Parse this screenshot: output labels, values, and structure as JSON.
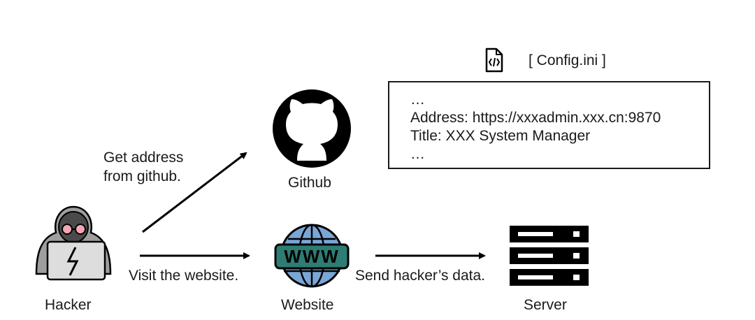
{
  "config": {
    "file_label": "[ Config.ini ]",
    "lines": [
      "…",
      "Address: https://xxxadmin.xxx.cn:9870",
      "Title: XXX System Manager",
      "…"
    ]
  },
  "nodes": {
    "hacker": "Hacker",
    "github": "Github",
    "website": "Website",
    "server": "Server"
  },
  "edges": {
    "get_address_line1": "Get address",
    "get_address_line2": "from github.",
    "visit": "Visit the website.",
    "send": "Send hacker’s data."
  },
  "icons": {
    "file": "code-file-icon",
    "hacker": "hacker-icon",
    "github": "github-icon",
    "website": "www-globe-icon",
    "server": "server-icon"
  },
  "colors": {
    "globe_band": "#2e7d74",
    "globe": "#7aa6d6",
    "hacker_body": "#9e9e9e",
    "glasses": "#f4a7b3"
  }
}
